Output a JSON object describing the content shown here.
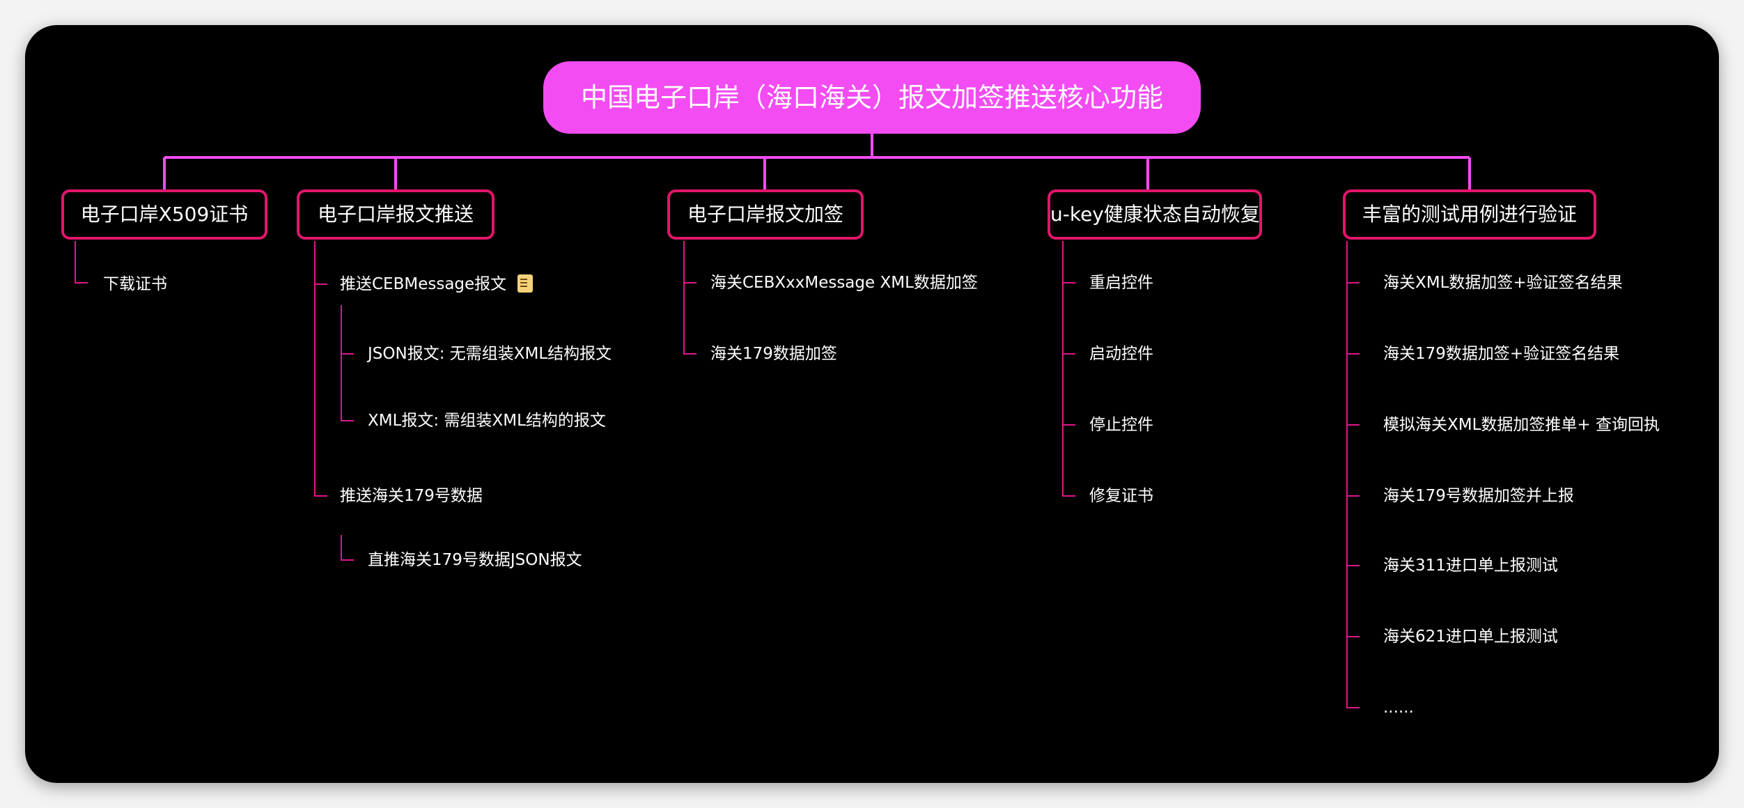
{
  "root": {
    "label": "中国电子口岸（海口海关）报文加签推送核心功能"
  },
  "branches": [
    {
      "label": "电子口岸X509证书",
      "children": [
        {
          "label": "下载证书"
        }
      ]
    },
    {
      "label": "电子口岸报文推送",
      "children": [
        {
          "label": "推送CEBMessage报文",
          "icon": "note-icon",
          "children": [
            {
              "label": "JSON报文: 无需组装XML结构报文"
            },
            {
              "label": "XML报文: 需组装XML结构的报文"
            }
          ]
        },
        {
          "label": "推送海关179号数据",
          "children": [
            {
              "label": "直推海关179号数据JSON报文"
            }
          ]
        }
      ]
    },
    {
      "label": "电子口岸报文加签",
      "children": [
        {
          "label": "海关CEBXxxMessage XML数据加签"
        },
        {
          "label": "海关179数据加签"
        }
      ]
    },
    {
      "label": "u-key健康状态自动恢复",
      "children": [
        {
          "label": "重启控件"
        },
        {
          "label": "启动控件"
        },
        {
          "label": "停止控件"
        },
        {
          "label": "修复证书"
        }
      ]
    },
    {
      "label": "丰富的测试用例进行验证",
      "children": [
        {
          "label": "海关XML数据加签+验证签名结果"
        },
        {
          "label": "海关179数据加签+验证签名结果"
        },
        {
          "label": "模拟海关XML数据加签推单+ 查询回执"
        },
        {
          "label": "海关179号数据加签并上报"
        },
        {
          "label": "海关311进口单上报测试"
        },
        {
          "label": "海关621进口单上报测试"
        },
        {
          "label": "......"
        }
      ]
    }
  ],
  "colors": {
    "root_fill": "#f24cf2",
    "connector": "#f24cf2",
    "branch_border": "#e0166a",
    "background": "#000000"
  }
}
